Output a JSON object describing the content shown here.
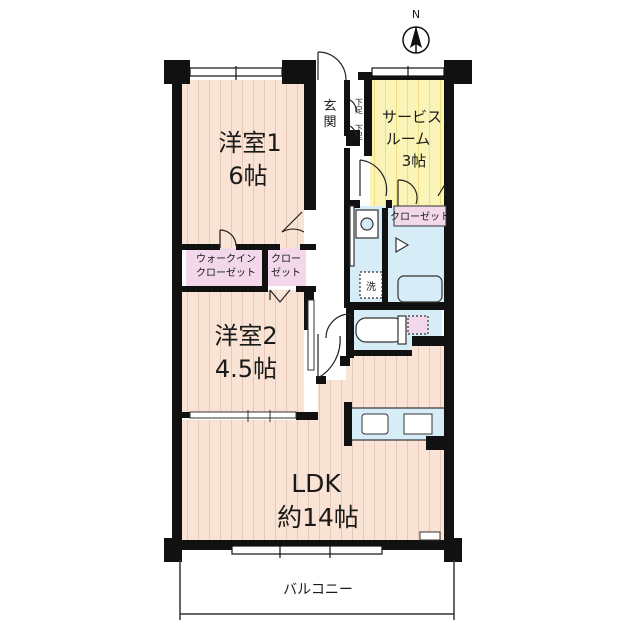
{
  "compass": {
    "label": "N"
  },
  "rooms": {
    "western1": {
      "name": "洋室1",
      "size": "6帖"
    },
    "western2": {
      "name": "洋室2",
      "size": "4.5帖"
    },
    "service": {
      "name_line1": "サービス",
      "name_line2": "ルーム",
      "size": "3帖"
    },
    "ldk": {
      "name": "LDK",
      "size": "約14帖"
    }
  },
  "storage": {
    "walkin_line1": "ウォークイン",
    "walkin_line2": "クローゼット",
    "closet_line1": "クロー",
    "closet_line2": "ゼット",
    "service_closet": "クローゼット"
  },
  "entrance": {
    "line1": "玄",
    "line2": "関",
    "shoe1": "下足",
    "shoe2": "下足"
  },
  "washer": {
    "label": "洗"
  },
  "balcony": {
    "label": "バルコニー"
  },
  "colors": {
    "wall": "#111111",
    "wood_floor": "#f9e3d4",
    "wood_line": "#e8c8b4",
    "service_floor": "#fbf4b8",
    "service_line": "#eedf7c",
    "wet_area": "#d6ecf7",
    "walkin": "#f2d8ea",
    "closet_pink": "#f2d8ea"
  }
}
